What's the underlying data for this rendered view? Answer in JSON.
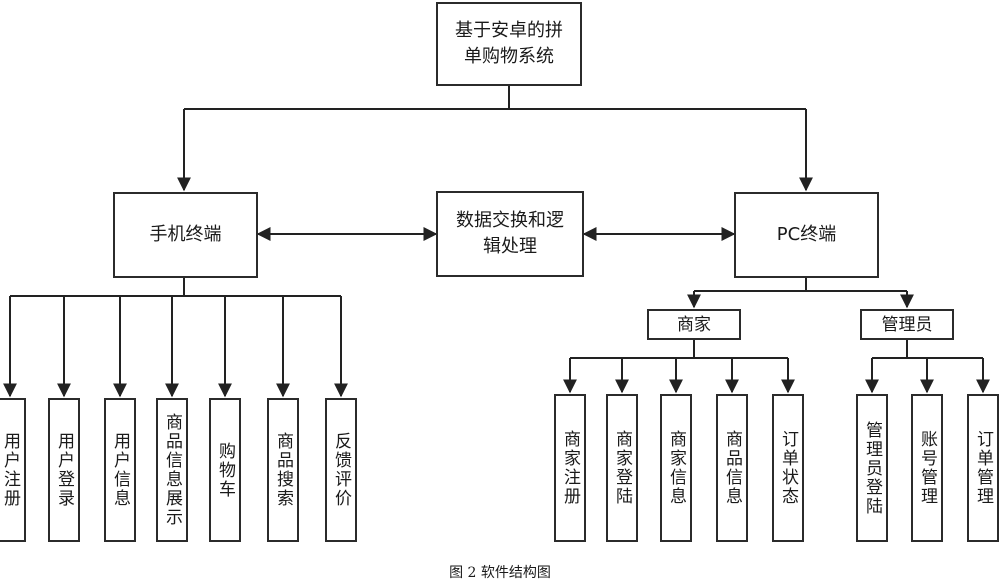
{
  "root": "基于安卓的拼\n单购物系统",
  "mobile": "手机终端",
  "exchange": "数据交换和逻\n辑处理",
  "pc": "PC终端",
  "merchant": "商家",
  "admin": "管理员",
  "mobile_features": [
    "用户注册",
    "用户登录",
    "用户信息",
    "商品信息展示",
    "购物车",
    "商品搜索",
    "反馈评价"
  ],
  "merchant_features": [
    "商家注册",
    "商家登陆",
    "商家信息",
    "商品信息",
    "订单状态"
  ],
  "admin_features": [
    "管理员登陆",
    "账号管理",
    "订单管理"
  ],
  "caption": "图 2 软件结构图"
}
